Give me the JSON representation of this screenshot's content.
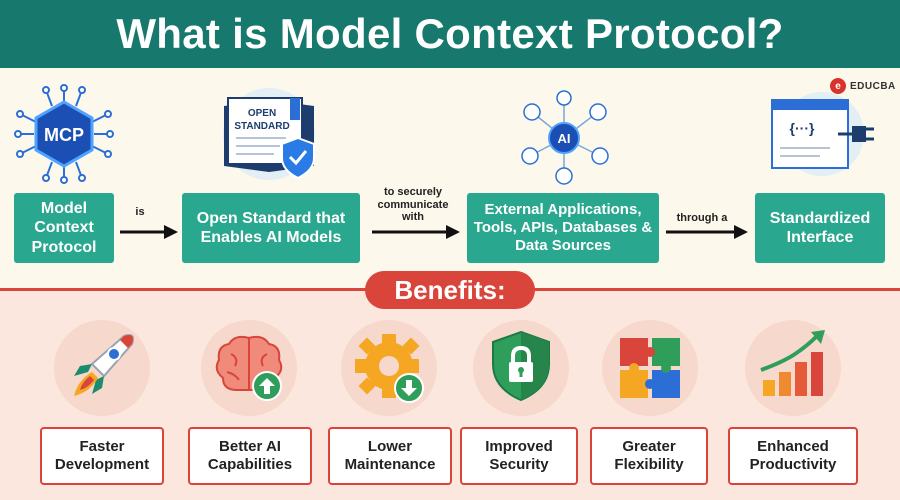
{
  "title": "What is Model Context Protocol?",
  "brand": {
    "mark": "e",
    "name": "EDUCBA"
  },
  "flow": {
    "boxes": [
      {
        "text": "Model Context Protocol",
        "icon": "mcp-circuit-icon"
      },
      {
        "text": "Open Standard that Enables AI Models",
        "icon": "open-standard-book-icon"
      },
      {
        "text": "External Applications, Tools, APIs, Databases & Data Sources",
        "icon": "ai-hub-icon"
      },
      {
        "text": "Standardized Interface",
        "icon": "interface-plug-icon"
      }
    ],
    "connectors": [
      "is",
      "to securely communicate with",
      "through a"
    ]
  },
  "mcp_badge": "MCP",
  "book_text": "OPEN STANDARD",
  "ai_badge": "AI",
  "code_glyph": "{···}",
  "benefits_heading": "Benefits:",
  "benefits": [
    {
      "label": "Faster Development",
      "icon": "rocket-icon"
    },
    {
      "label": "Better AI Capabilities",
      "icon": "brain-up-icon"
    },
    {
      "label": "Lower Maintenance",
      "icon": "gear-down-icon"
    },
    {
      "label": "Improved Security",
      "icon": "shield-lock-icon"
    },
    {
      "label": "Greater Flexibility",
      "icon": "puzzle-icon"
    },
    {
      "label": "Enhanced Productivity",
      "icon": "growth-chart-icon"
    }
  ],
  "colors": {
    "teal_dark": "#17796d",
    "teal": "#2aa78f",
    "red": "#d9453a",
    "cream": "#fdf8ec",
    "peach": "#fbe7de"
  }
}
